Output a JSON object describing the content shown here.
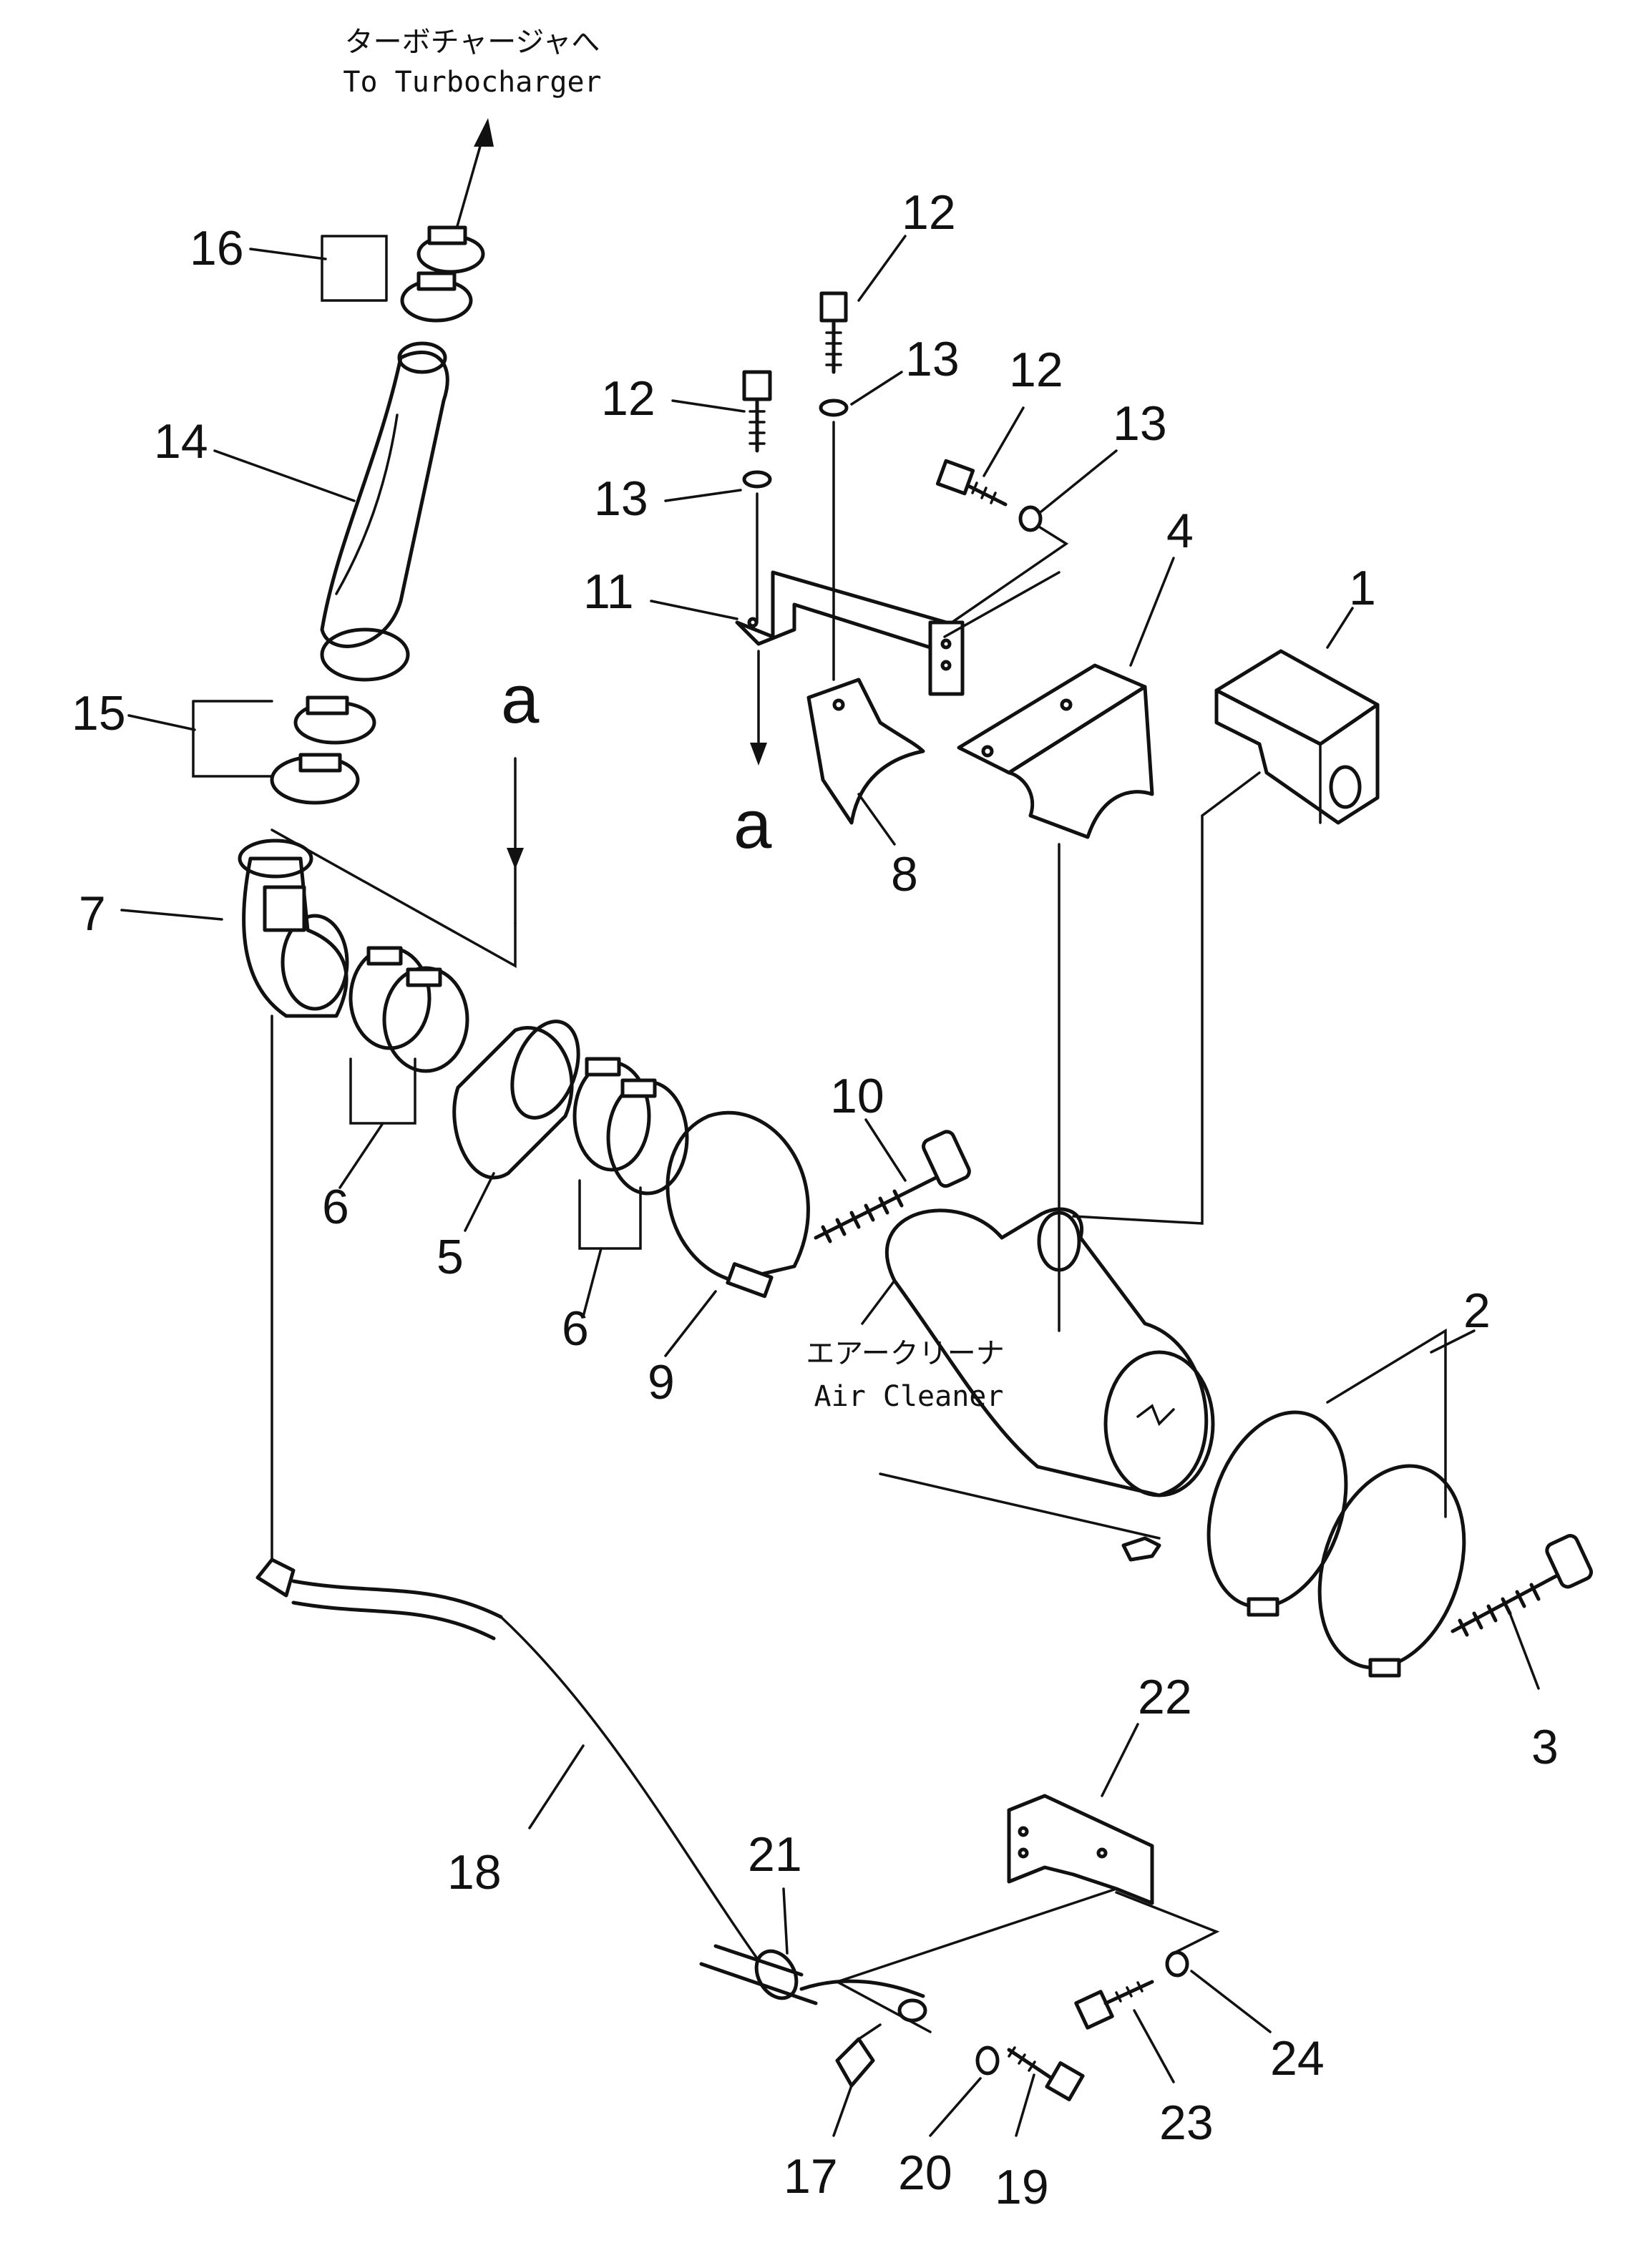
{
  "captions": {
    "turbo_jp": "ターボチャージャへ",
    "turbo_en": "To Turbocharger",
    "cleaner_jp": "エアークリーナ",
    "cleaner_en": "Air Cleaner"
  },
  "reference_marks": {
    "upper": "a",
    "lower": "a"
  },
  "callouts": {
    "p1": "1",
    "p2": "2",
    "p3": "3",
    "p4": "4",
    "p5": "5",
    "p6a": "6",
    "p6b": "6",
    "p7": "7",
    "p8": "8",
    "p9": "9",
    "p10": "10",
    "p11": "11",
    "p12a": "12",
    "p12b": "12",
    "p12c": "12",
    "p13a": "13",
    "p13b": "13",
    "p13c": "13",
    "p14": "14",
    "p15": "15",
    "p16": "16",
    "p17": "17",
    "p18": "18",
    "p19": "19",
    "p20": "20",
    "p21": "21",
    "p22": "22",
    "p23": "23",
    "p24": "24"
  }
}
